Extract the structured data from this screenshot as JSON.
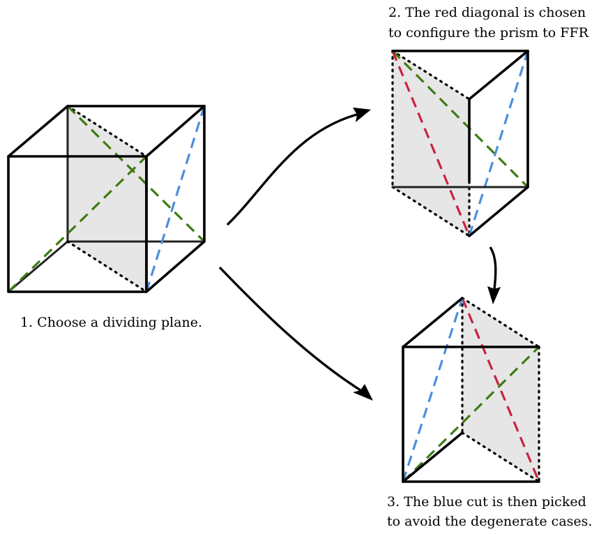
{
  "captions": {
    "step1": "1. Choose a dividing plane.",
    "step2_line1": "2. The red diagonal is chosen",
    "step2_line2": "to configure the prism to FFR",
    "step3_line1": "3. The blue cut is then picked",
    "step3_line2": "to avoid the degenerate cases."
  },
  "colors": {
    "green": "#3f7a12",
    "blue": "#4a8fdc",
    "red": "#c8233f",
    "plane": "#e6e6e6",
    "edge": "#000000"
  }
}
